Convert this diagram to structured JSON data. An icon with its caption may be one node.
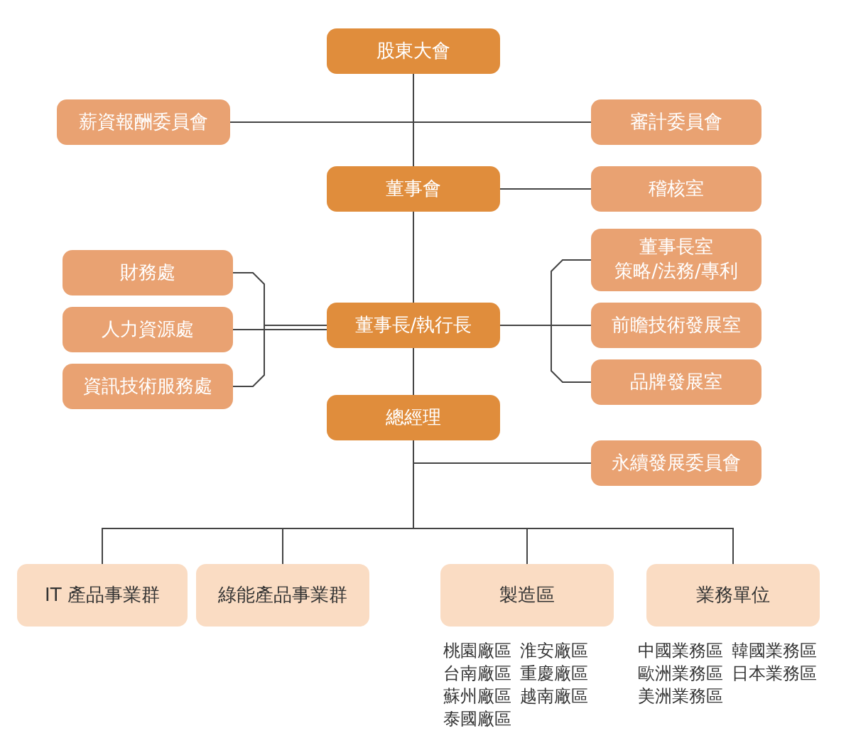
{
  "diagram": {
    "nodes": [
      {
        "text": [
          "股東大會"
        ]
      },
      {
        "text": [
          "薪資報酬委員會"
        ]
      },
      {
        "text": [
          "審計委員會"
        ]
      },
      {
        "text": [
          "董事會"
        ]
      },
      {
        "text": [
          "稽核室"
        ]
      },
      {
        "text": [
          "財務處"
        ]
      },
      {
        "text": [
          "人力資源處"
        ]
      },
      {
        "text": [
          "資訊技術服務處"
        ]
      },
      {
        "text": [
          "董事長/執行長"
        ]
      },
      {
        "text": [
          "董事長室",
          "策略/法務/專利"
        ]
      },
      {
        "text": [
          "前瞻技術發展室"
        ]
      },
      {
        "text": [
          "品牌發展室"
        ]
      },
      {
        "text": [
          "總經理"
        ]
      },
      {
        "text": [
          "永續發展委員會"
        ]
      },
      {
        "text": [
          "IT 產品事業群"
        ]
      },
      {
        "text": [
          "綠能產品事業群"
        ]
      },
      {
        "text": [
          "製造區"
        ],
        "beside": [
          "桃園廠區",
          "淮安廠區",
          "台南廠區",
          "重慶廠區",
          "蘇州廠區",
          "越南廠區",
          "泰國廠區"
        ]
      },
      {
        "text": [
          "業務單位"
        ],
        "beside": [
          "中國業務區",
          "韓國業務區",
          "歐洲業務區",
          "日本業務區",
          "美洲業務區"
        ]
      }
    ],
    "edges": [
      {
        "from": 0,
        "to": 3,
        "arrow": "none"
      },
      {
        "from": 3,
        "to": 1,
        "arrow": "none"
      },
      {
        "from": 3,
        "to": 2,
        "arrow": "none"
      },
      {
        "from": 3,
        "to": 4,
        "arrow": "none"
      },
      {
        "from": 3,
        "to": 8,
        "arrow": "none"
      },
      {
        "from": 8,
        "to": 5,
        "arrow": "none"
      },
      {
        "from": 8,
        "to": 6,
        "arrow": "none"
      },
      {
        "from": 8,
        "to": 7,
        "arrow": "none"
      },
      {
        "from": 8,
        "to": 9,
        "arrow": "none"
      },
      {
        "from": 8,
        "to": 10,
        "arrow": "none"
      },
      {
        "from": 8,
        "to": 11,
        "arrow": "none"
      },
      {
        "from": 8,
        "to": 12,
        "arrow": "none"
      },
      {
        "from": 12,
        "to": 13,
        "arrow": "none"
      },
      {
        "from": 12,
        "to": 14,
        "arrow": "none"
      },
      {
        "from": 12,
        "to": 15,
        "arrow": "none"
      },
      {
        "from": 12,
        "to": 16,
        "arrow": "none"
      },
      {
        "from": 12,
        "to": 17,
        "arrow": "none"
      }
    ]
  }
}
